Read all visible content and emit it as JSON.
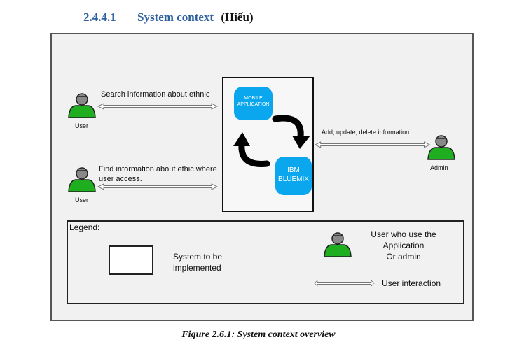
{
  "heading": {
    "number": "2.4.4.1",
    "title": "System context",
    "author": "(Hiếu)"
  },
  "diagram": {
    "mobile_app": "MOBILE APPLICATION",
    "bluemix": "IBM BLUEMIX",
    "user1_label": "User",
    "user1_interaction": "Search information about ethnic",
    "user2_label": "User",
    "user2_interaction_line1": "Find information about ethic where",
    "user2_interaction_line2": "user access.",
    "admin_label": "Admin",
    "admin_interaction": "Add, update, delete information"
  },
  "legend": {
    "title": "Legend:",
    "system_line1": "System to be",
    "system_line2": "implemented",
    "user_line1": "User who use the",
    "user_line2": "Application",
    "user_line3": "Or admin",
    "interaction": "User interaction"
  },
  "caption": "Figure 2.6.1: System context overview",
  "colors": {
    "heading": "#2e5f9e",
    "app_box": "#0aa6ee",
    "person": "#1fae1f"
  }
}
